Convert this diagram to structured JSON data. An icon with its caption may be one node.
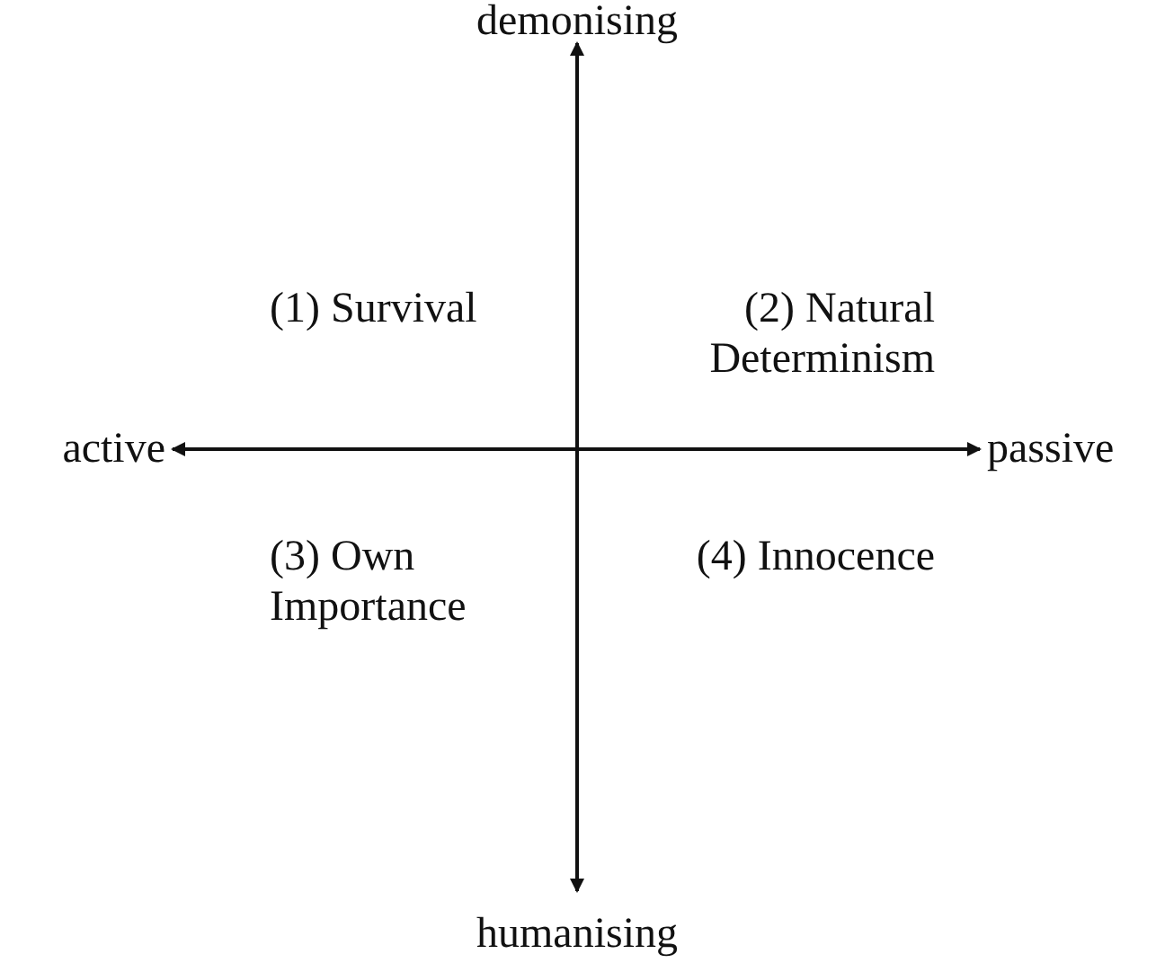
{
  "diagram": {
    "labels": [
      "demonising",
      "(1) Survival",
      "(2) Natural Determinism",
      "active",
      "passive",
      "(3) Own Importance",
      "(4) Innocence",
      "humanising"
    ]
  }
}
